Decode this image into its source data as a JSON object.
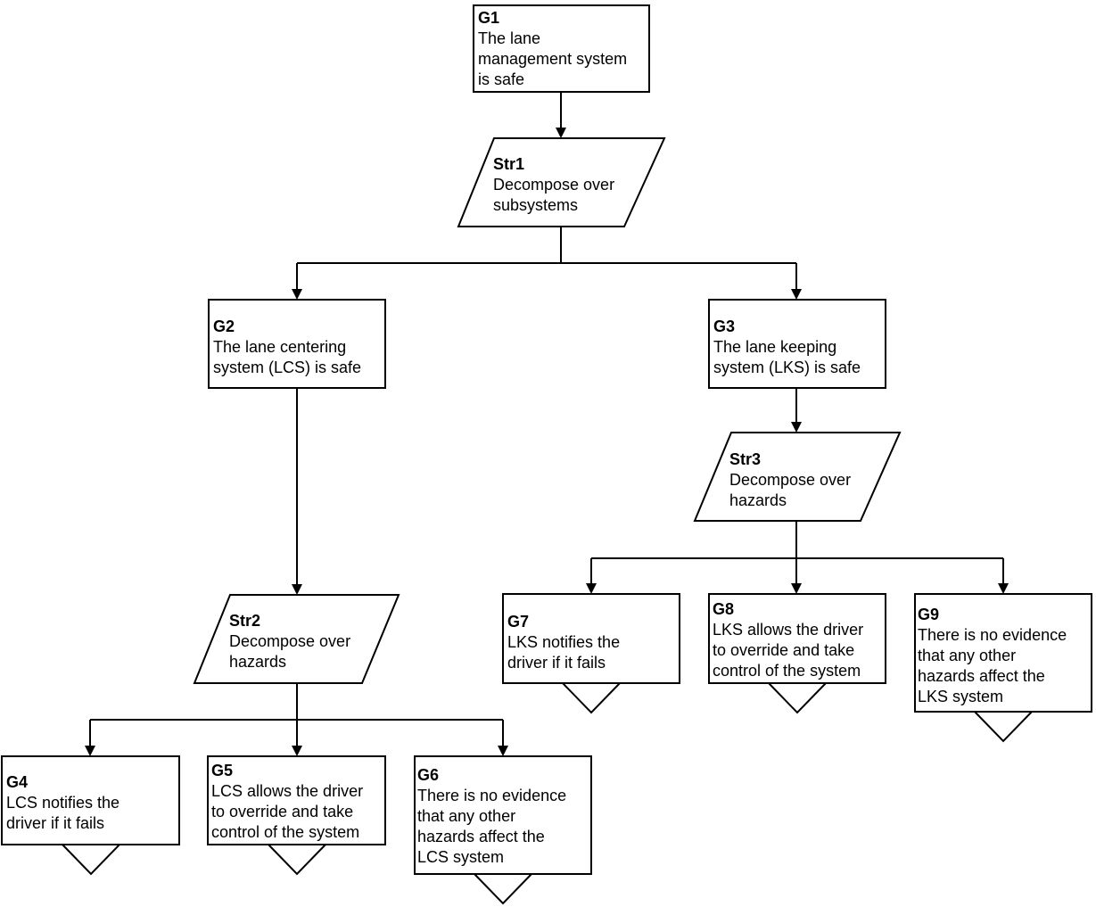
{
  "nodes": {
    "g1": {
      "id": "G1",
      "text": "The lane\nmanagement system\nis safe"
    },
    "str1": {
      "id": "Str1",
      "text": "Decompose over\nsubsystems"
    },
    "g2": {
      "id": "G2",
      "text": "The lane centering\nsystem (LCS) is safe"
    },
    "g3": {
      "id": "G3",
      "text": "The lane keeping\nsystem (LKS) is safe"
    },
    "str2": {
      "id": "Str2",
      "text": "Decompose over\nhazards"
    },
    "str3": {
      "id": "Str3",
      "text": "Decompose over\nhazards"
    },
    "g4": {
      "id": "G4",
      "text": "LCS notifies the\ndriver if it fails"
    },
    "g5": {
      "id": "G5",
      "text": "LCS allows the driver\nto override and take\ncontrol of the system"
    },
    "g6": {
      "id": "G6",
      "text": "There is no evidence\nthat any other\nhazards affect the\nLCS system"
    },
    "g7": {
      "id": "G7",
      "text": "LKS notifies the\ndriver if it fails"
    },
    "g8": {
      "id": "G8",
      "text": "LKS allows the driver\nto override and take\ncontrol of the system"
    },
    "g9": {
      "id": "G9",
      "text": "There is no evidence\nthat any other\nhazards affect the\nLKS system"
    }
  }
}
